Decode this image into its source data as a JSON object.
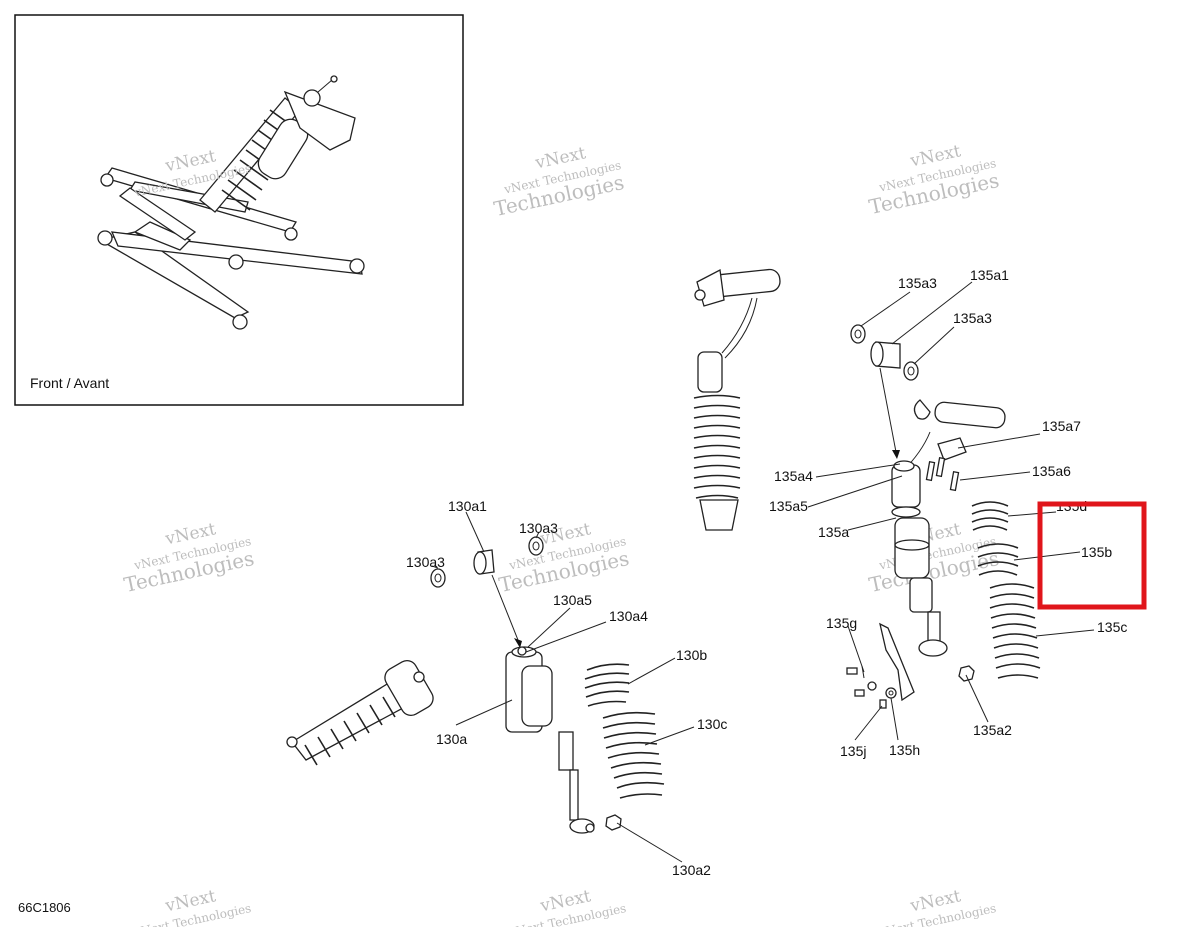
{
  "inset": {
    "caption": "Front / Avant"
  },
  "figure_code": "66C1806",
  "watermark": {
    "line1": "vNext",
    "line2": "vNext Technologies",
    "line3": "Technologies"
  },
  "highlight_color": "#e0151b",
  "callouts": {
    "c130a1": "130a1",
    "c130a3_left": "130a3",
    "c130a3_right": "130a3",
    "c130a5": "130a5",
    "c130a4": "130a4",
    "c130b": "130b",
    "c130c": "130c",
    "c130a": "130a",
    "c130a2": "130a2",
    "c135a3_top": "135a3",
    "c135a1": "135a1",
    "c135a3_mid": "135a3",
    "c135a7": "135a7",
    "c135a4": "135a4",
    "c135a6": "135a6",
    "c135a5": "135a5",
    "c135a": "135a",
    "c135d": "135d",
    "c135b": "135b",
    "c135c": "135c",
    "c135g": "135g",
    "c135h": "135h",
    "c135j": "135j",
    "c135a2": "135a2"
  }
}
